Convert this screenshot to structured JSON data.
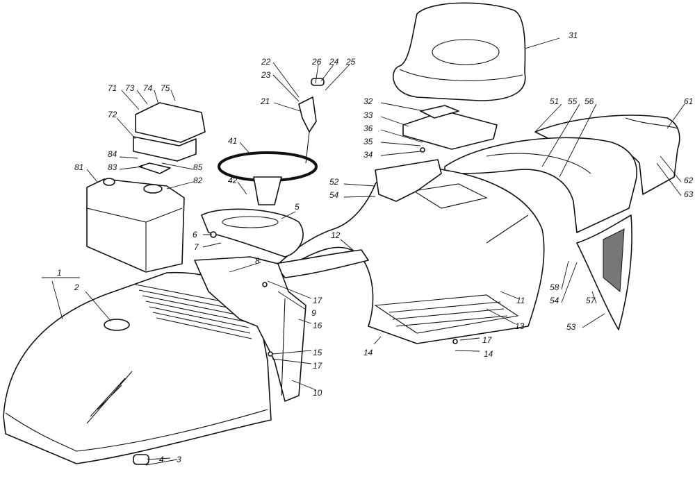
{
  "title": "Exploded parts diagram – body, hood, seat and fenders",
  "labels": {
    "l1": "1",
    "l2": "2",
    "l3": "3",
    "l4": "4",
    "l5": "5",
    "l6": "6",
    "l7": "7",
    "l8": "8",
    "l9": "9",
    "l10": "10",
    "l11": "11",
    "l12": "12",
    "l13": "13",
    "l14a": "14",
    "l14b": "14",
    "l15": "15",
    "l16": "16",
    "l17a": "17",
    "l17b": "17",
    "l17c": "17",
    "l21": "21",
    "l22": "22",
    "l23": "23",
    "l24": "24",
    "l25": "25",
    "l26": "26",
    "l31": "31",
    "l32": "32",
    "l33": "33",
    "l34": "34",
    "l35": "35",
    "l36": "36",
    "l41": "41",
    "l42": "42",
    "l51": "51",
    "l52": "52",
    "l53": "53",
    "l54a": "54",
    "l54b": "54",
    "l55": "55",
    "l56": "56",
    "l57": "57",
    "l58": "58",
    "l61": "61",
    "l62": "62",
    "l63": "63",
    "l71": "71",
    "l72": "72",
    "l73": "73",
    "l74": "74",
    "l75": "75",
    "l81": "81",
    "l82": "82",
    "l83": "83",
    "l84": "84",
    "l85": "85"
  }
}
